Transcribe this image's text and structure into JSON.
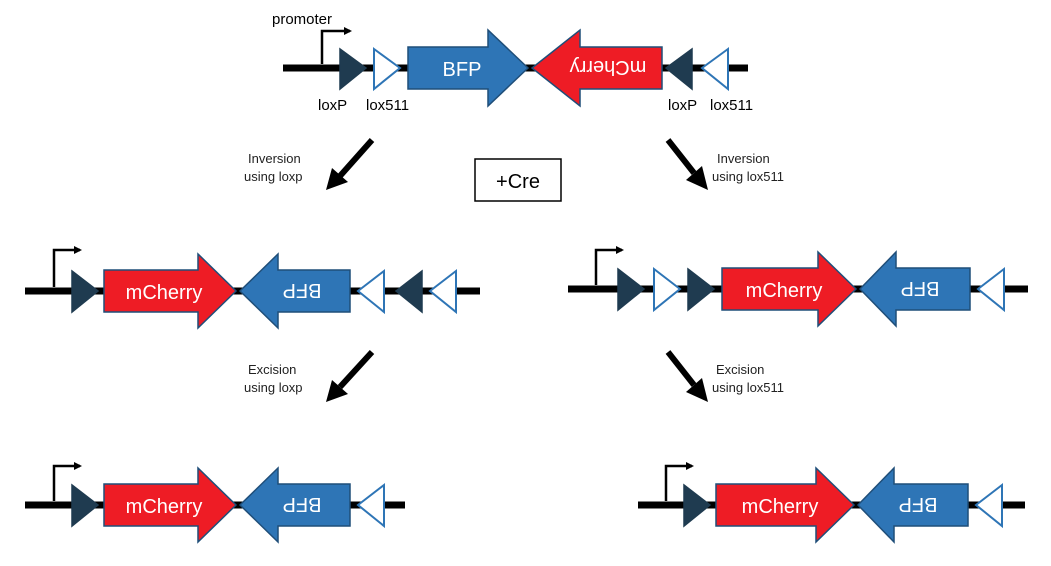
{
  "labels": {
    "promoter": "promoter",
    "loxp_left": "loxP",
    "lox511_left": "lox511",
    "loxp_right": "loxP",
    "lox511_right": "lox511",
    "cre": "+Cre"
  },
  "steps": {
    "inv_left_1": "Inversion",
    "inv_left_2": "using loxp",
    "inv_right_1": "Inversion",
    "inv_right_2": "using lox511",
    "exc_left_1": "Excision",
    "exc_left_2": "using loxp",
    "exc_right_1": "Excision",
    "exc_right_2": "using lox511"
  },
  "genes": {
    "bfp": "BFP",
    "mcherry": "mCherry"
  },
  "colors": {
    "bfp": "#2e75b6",
    "mcherry": "#ee1c25",
    "loxp": "#1f3b50",
    "lox511_fill": "#ffffff",
    "lox511_stroke": "#2e75b6",
    "dna": "#000000"
  }
}
